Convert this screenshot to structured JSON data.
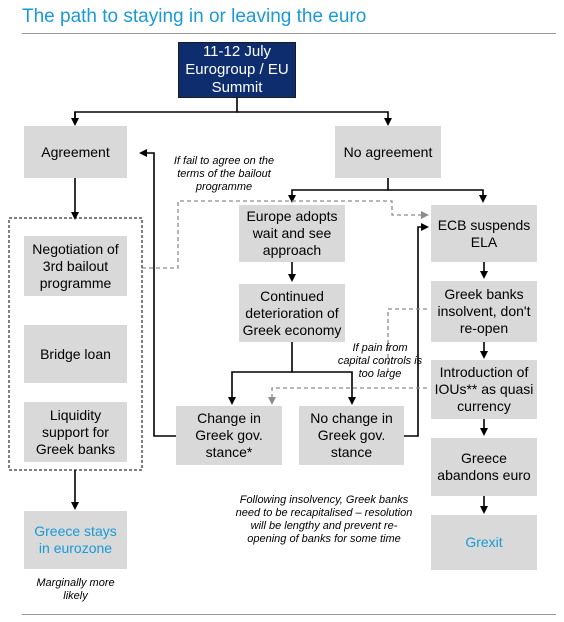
{
  "title": "The path to staying in or leaving the euro",
  "nodes": {
    "summit": "11-12 July Eurogroup / EU Summit",
    "agreement": "Agreement",
    "no_agreement": "No agreement",
    "negotiation": "Negotiation of 3rd bailout programme",
    "bridge_loan": "Bridge loan",
    "liquidity": "Liquidity support for Greek banks",
    "greece_stays": "Greece stays in eurozone",
    "europe_wait": "Europe adopts wait and see approach",
    "deterioration": "Continued deterioration of Greek economy",
    "change_stance": "Change in Greek gov. stance*",
    "no_change_stance": "No change in Greek gov. stance",
    "ecb_suspends": "ECB suspends ELA",
    "banks_insolvent": "Greek banks insolvent, don't re-open",
    "ious": "Introduction of IOUs** as quasi currency",
    "abandons": "Greece abandons euro",
    "grexit": "Grexit"
  },
  "notes": {
    "fail_to_agree": "If fail to agree on the terms of the bailout programme",
    "pain": "If pain from capital controls is too large",
    "insolvency": "Following insolvency, Greek banks need to be recapitalised – resolution will be lengthy and prevent re-opening of banks for some time",
    "likely": "Marginally more likely"
  },
  "colors": {
    "title": "#1a9ad6",
    "summit_fill": "#0d2d6e",
    "box_fill": "#d9d9d9",
    "outcome_text": "#1a9ad6"
  }
}
